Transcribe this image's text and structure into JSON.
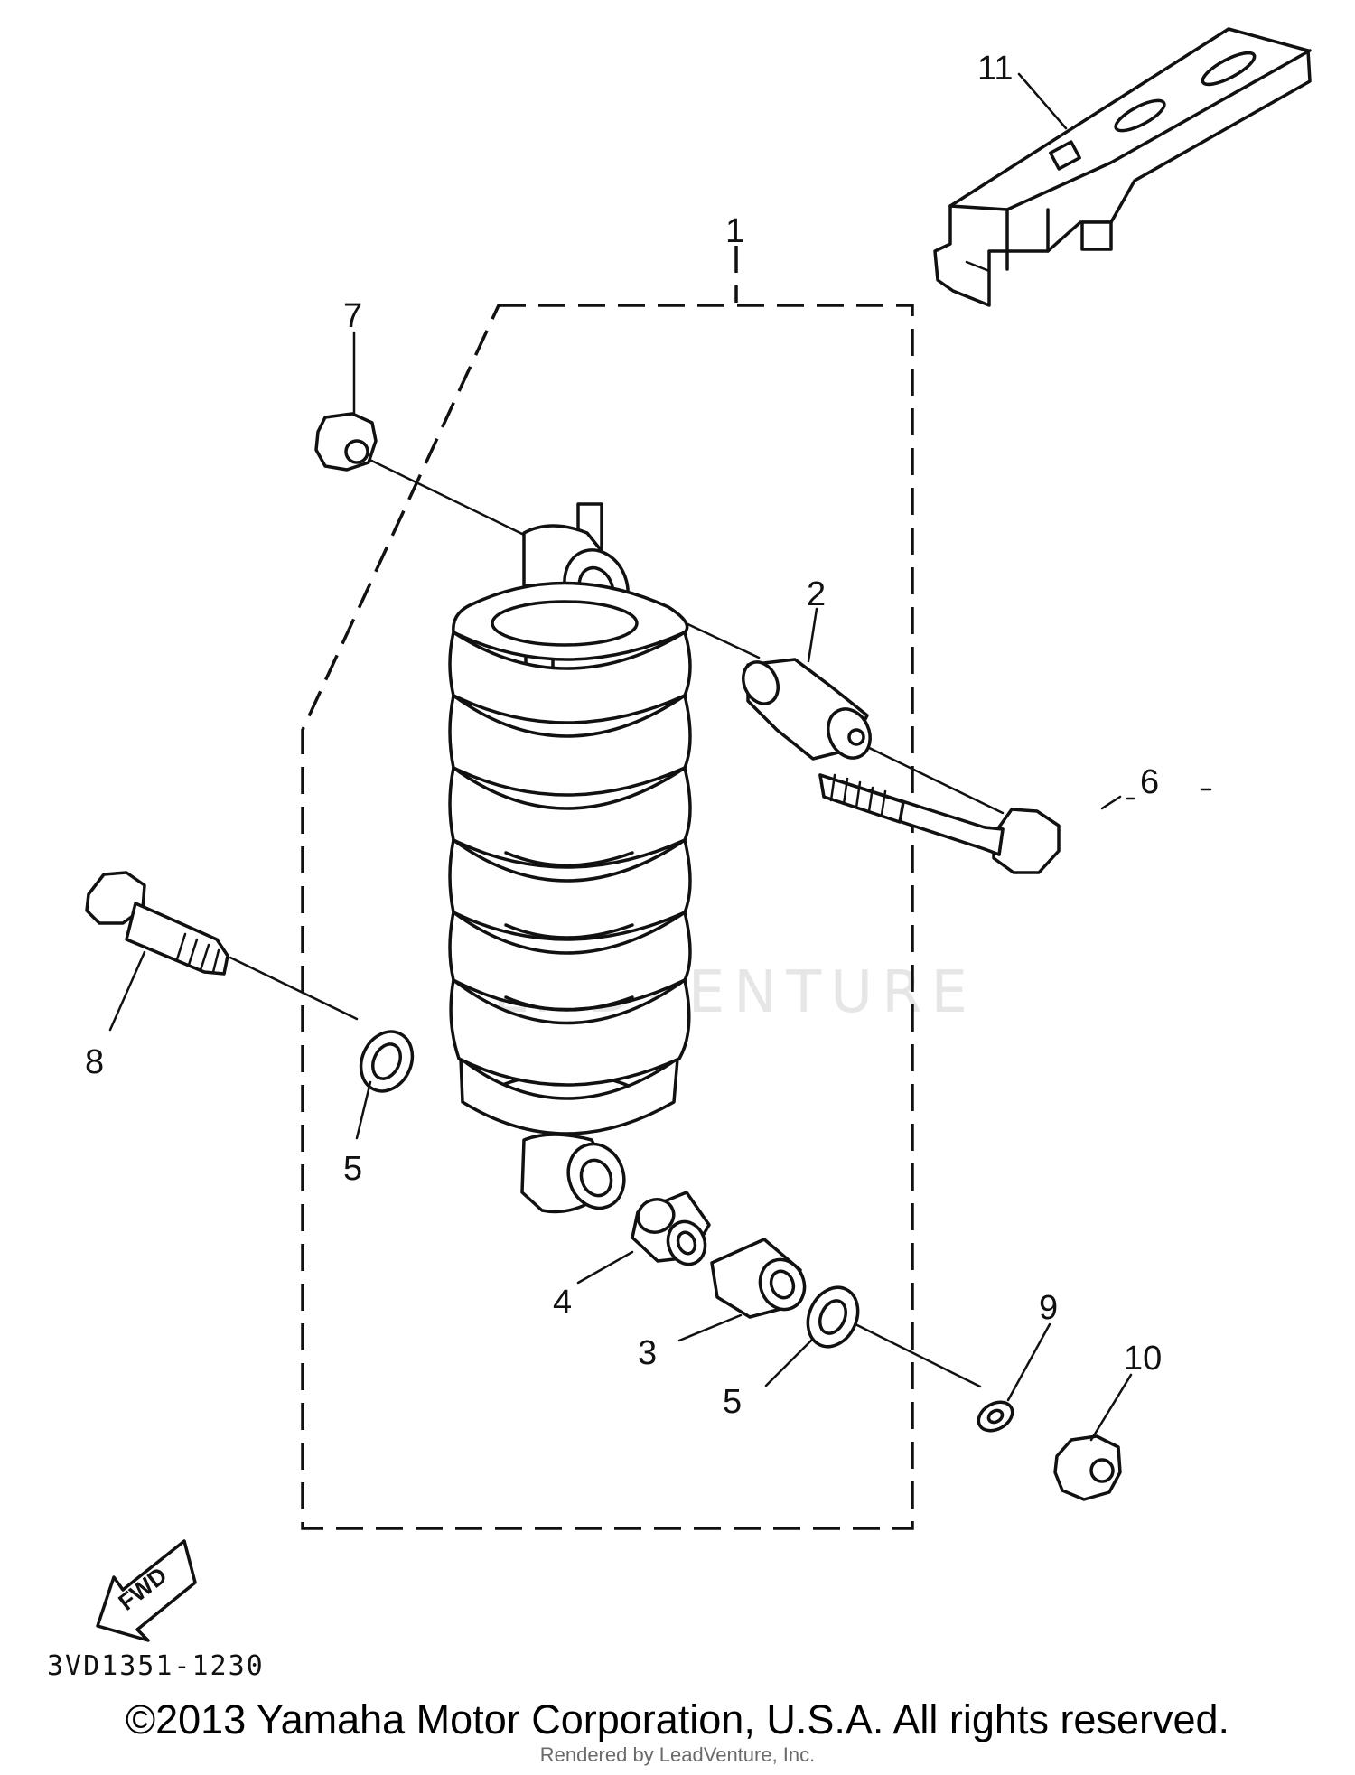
{
  "diagram": {
    "callouts": {
      "part_1": "1",
      "part_2": "2",
      "part_3": "3",
      "part_4": "4",
      "part_5_left": "5",
      "part_5_right": "5",
      "part_6": "6",
      "part_7": "7",
      "part_8": "8",
      "part_9": "9",
      "part_10": "10",
      "part_11": "11"
    },
    "fwd_label": "FWD",
    "drawing_code": "3VD1351-1230",
    "watermark": "LEADVENTURE"
  },
  "footer": {
    "copyright": "©2013 Yamaha Motor Corporation, U.S.A. All rights reserved.",
    "render_credit": "Rendered by LeadVenture, Inc."
  }
}
